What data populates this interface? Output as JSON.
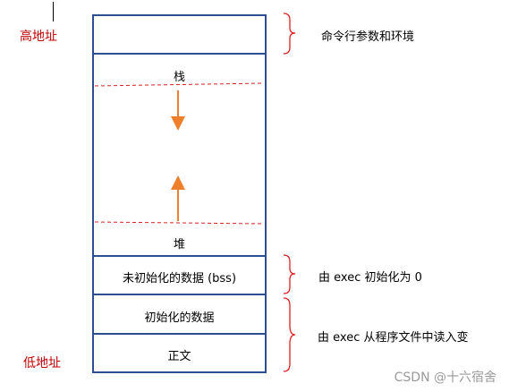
{
  "labels": {
    "high_address": "高地址",
    "low_address": "低地址",
    "stack": "栈",
    "heap": "堆",
    "bss": "未初始化的数据  (bss)",
    "data": "初始化的数据",
    "text": "正文"
  },
  "annotations": {
    "args_env": "命令行参数和环境",
    "bss_init": "由 exec 初始化为 0",
    "read_from_program": "由 exec 从程序文件中读入变"
  },
  "watermark": "CSDN @十六宿舍",
  "colors": {
    "box_border": "#2e4f8f",
    "arrow": "#f07f2c",
    "dashed": "#e02020",
    "brace": "#e02020",
    "address_text": "#c00000"
  }
}
